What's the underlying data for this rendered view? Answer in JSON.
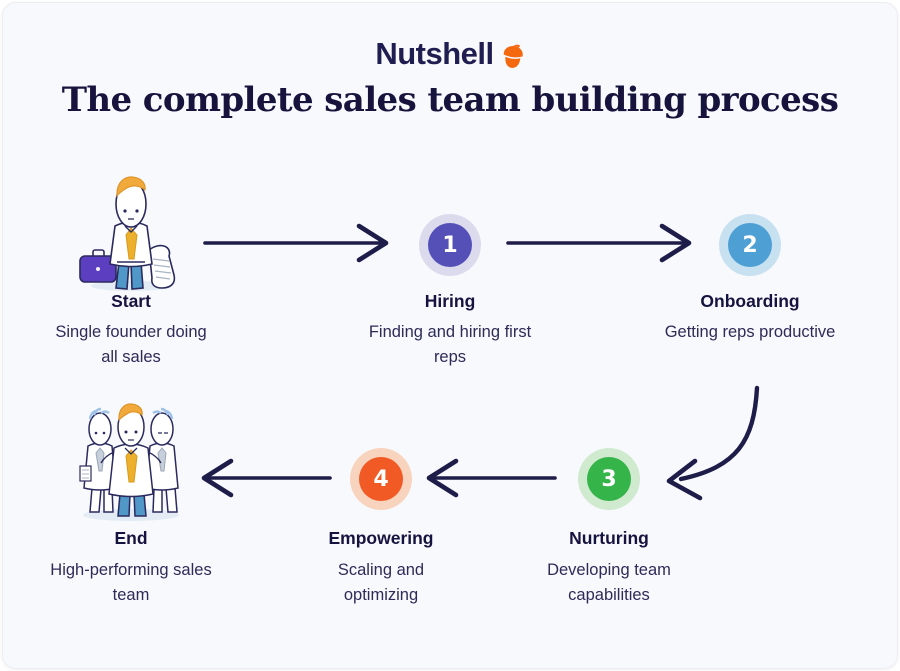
{
  "header": {
    "logo_text": "Nutshell",
    "logo_icon": "acorn-icon"
  },
  "title": "The complete sales team building process",
  "colors": {
    "accent_orange": "#f4690f",
    "text_navy": "#1d1b4f",
    "arrow": "#1e1c49",
    "card_background": "#f7f9fc"
  },
  "steps": [
    {
      "id": "start",
      "label": "Start",
      "description": "Single founder doing all sales",
      "illustration": "single-founder-with-briefcase-and-task-list"
    },
    {
      "id": "hiring",
      "number": "1",
      "label": "Hiring",
      "description": "Finding and hiring first reps",
      "badge_color": "#5550b7",
      "halo_color": "#dcdbee"
    },
    {
      "id": "onboarding",
      "number": "2",
      "label": "Onboarding",
      "description": "Getting reps productive",
      "badge_color": "#4e9fd4",
      "halo_color": "#c8e1f1"
    },
    {
      "id": "nurturing",
      "number": "3",
      "label": "Nurturing",
      "description": "Developing team capabilities",
      "badge_color": "#35b44a",
      "halo_color": "#cfeacf"
    },
    {
      "id": "empowering",
      "number": "4",
      "label": "Empowering",
      "description": "Scaling and optimizing",
      "badge_color": "#f15a24",
      "halo_color": "#f8d4bf"
    },
    {
      "id": "end",
      "label": "End",
      "description": "High-performing sales team",
      "illustration": "high-performing-sales-team-group"
    }
  ]
}
